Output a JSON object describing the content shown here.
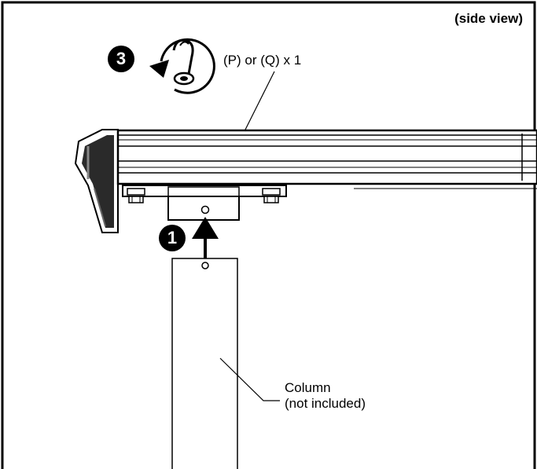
{
  "view_label": "(side view)",
  "steps": [
    {
      "number": "3",
      "part_label": "(P) or (Q) x 1"
    },
    {
      "number": "1"
    }
  ],
  "column": {
    "line1": "Column",
    "line2": "(not included)"
  }
}
